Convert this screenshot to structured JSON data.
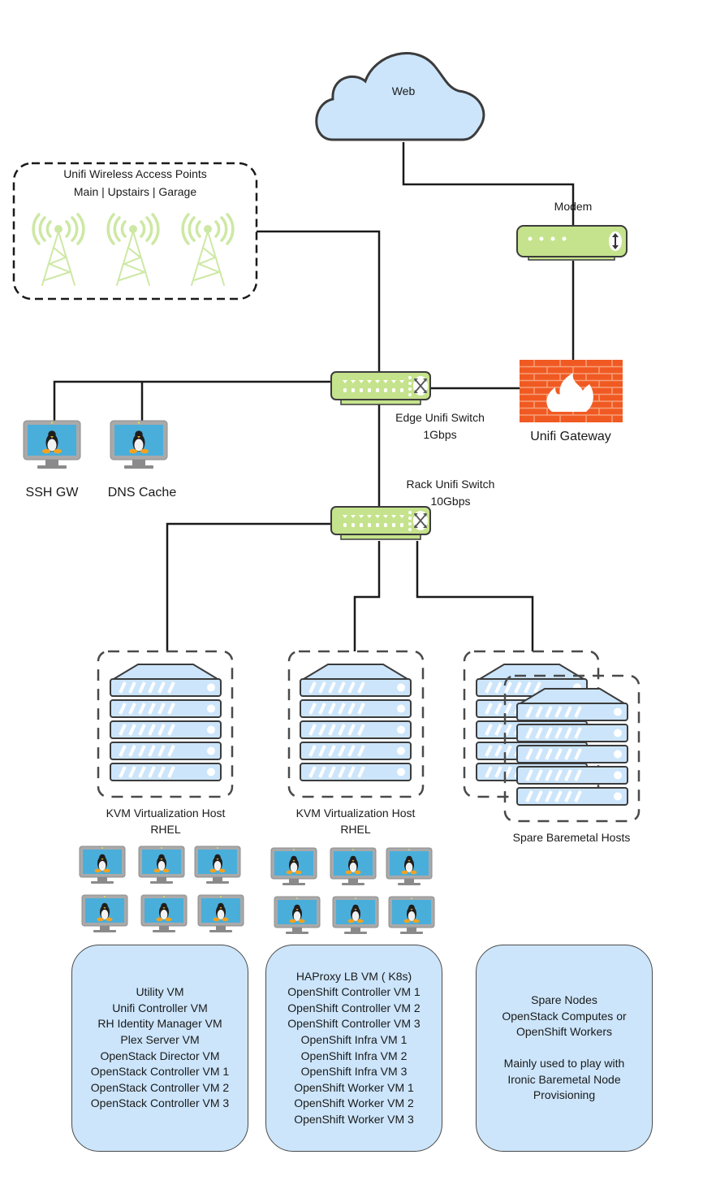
{
  "diagram": {
    "web": {
      "label": "Web",
      "icon": "cloud-icon"
    },
    "modem": {
      "label": "Modem",
      "icon": "modem-icon"
    },
    "gateway": {
      "label": "Unifi Gateway",
      "icon": "firewall-icon"
    },
    "access_points": {
      "title_line1": "Unifi Wireless Access Points",
      "title_line2": "Main | Upstairs | Garage",
      "locations": [
        "Main",
        "Upstairs",
        "Garage"
      ],
      "icon": "wireless-tower-icon"
    },
    "edge_switch": {
      "name": "Edge Unifi Switch",
      "speed": "1Gbps",
      "icon": "network-switch-icon"
    },
    "rack_switch": {
      "name": "Rack Unifi Switch",
      "speed": "10Gbps",
      "icon": "network-switch-icon"
    },
    "hosts": [
      {
        "label": "SSH GW",
        "icon": "linux-monitor-icon"
      },
      {
        "label": "DNS Cache",
        "icon": "linux-monitor-icon"
      }
    ],
    "servers": [
      {
        "line1": "KVM Virtualization Host",
        "line2": "RHEL",
        "icon": "server-rack-icon",
        "vm_icon_count": 6
      },
      {
        "line1": "KVM Virtualization Host",
        "line2": "RHEL",
        "icon": "server-rack-icon",
        "vm_icon_count": 6
      },
      {
        "line1": "Spare Baremetal Hosts",
        "line2": "",
        "icon": "server-rack-stack-icon",
        "vm_icon_count": 0
      }
    ],
    "vm_boxes": [
      {
        "lines": [
          "Utility VM",
          "Unifi Controller VM",
          "RH Identity Manager VM",
          "Plex Server VM",
          "OpenStack Director VM",
          "OpenStack Controller VM 1",
          "OpenStack Controller VM 2",
          "OpenStack Controller VM 3"
        ]
      },
      {
        "lines": [
          "HAProxy LB VM ( K8s)",
          "OpenShift Controller VM 1",
          "OpenShift Controller VM 2",
          "OpenShift Controller VM 3",
          "OpenShift Infra VM 1",
          "OpenShift Infra VM 2",
          "OpenShift Infra VM 3",
          "OpenShift Worker VM 1",
          "OpenShift Worker VM 2",
          "OpenShift Worker VM 3"
        ]
      },
      {
        "lines": [
          "Spare Nodes",
          "OpenStack Computes or",
          "OpenShift Workers",
          "",
          "Mainly used to play with",
          "Ironic Baremetal Node",
          "Provisioning"
        ]
      }
    ],
    "colors": {
      "cloud_fill": "#cce5fb",
      "device_green": "#c5e38c",
      "tower_green": "#cde8a4",
      "firewall_orange": "#f05a22",
      "server_fill": "#cce5fb",
      "monitor_screen": "#4aaedb",
      "outline": "#3c3c3c"
    }
  }
}
